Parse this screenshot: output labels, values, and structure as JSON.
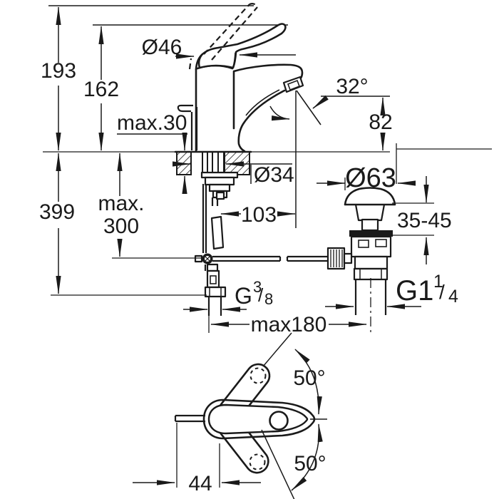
{
  "drawing": {
    "type": "technical-dimension-drawing",
    "subject": "single-lever basin mixer tap with pop-up waste, side view, installation section and top swivel view",
    "line_color": "#1a1a1a",
    "background_color": "#ffffff",
    "dimensions": {
      "total_height": "193",
      "body_height": "162",
      "max_deck_thickness": "max.30",
      "total_depth_below": "399",
      "max_rod_length_line1": "max.",
      "max_rod_length_line2": "300",
      "base_diameter": "Ø46",
      "spray_angle": "32°",
      "spout_outlet_height": "82",
      "hole_diameter": "Ø34",
      "spout_reach": "103",
      "waste_flange_diameter": "Ø63",
      "waste_clamp_range": "35-45",
      "supply_thread": {
        "g": "G",
        "num": "3",
        "slash": "/",
        "den": "8"
      },
      "waste_thread": {
        "g": "G1",
        "num": "1",
        "slash": "/",
        "den": "4"
      },
      "max_span": "max180",
      "swivel_angle_up": "50°",
      "swivel_angle_down": "50°",
      "spout_offset": "44"
    }
  }
}
